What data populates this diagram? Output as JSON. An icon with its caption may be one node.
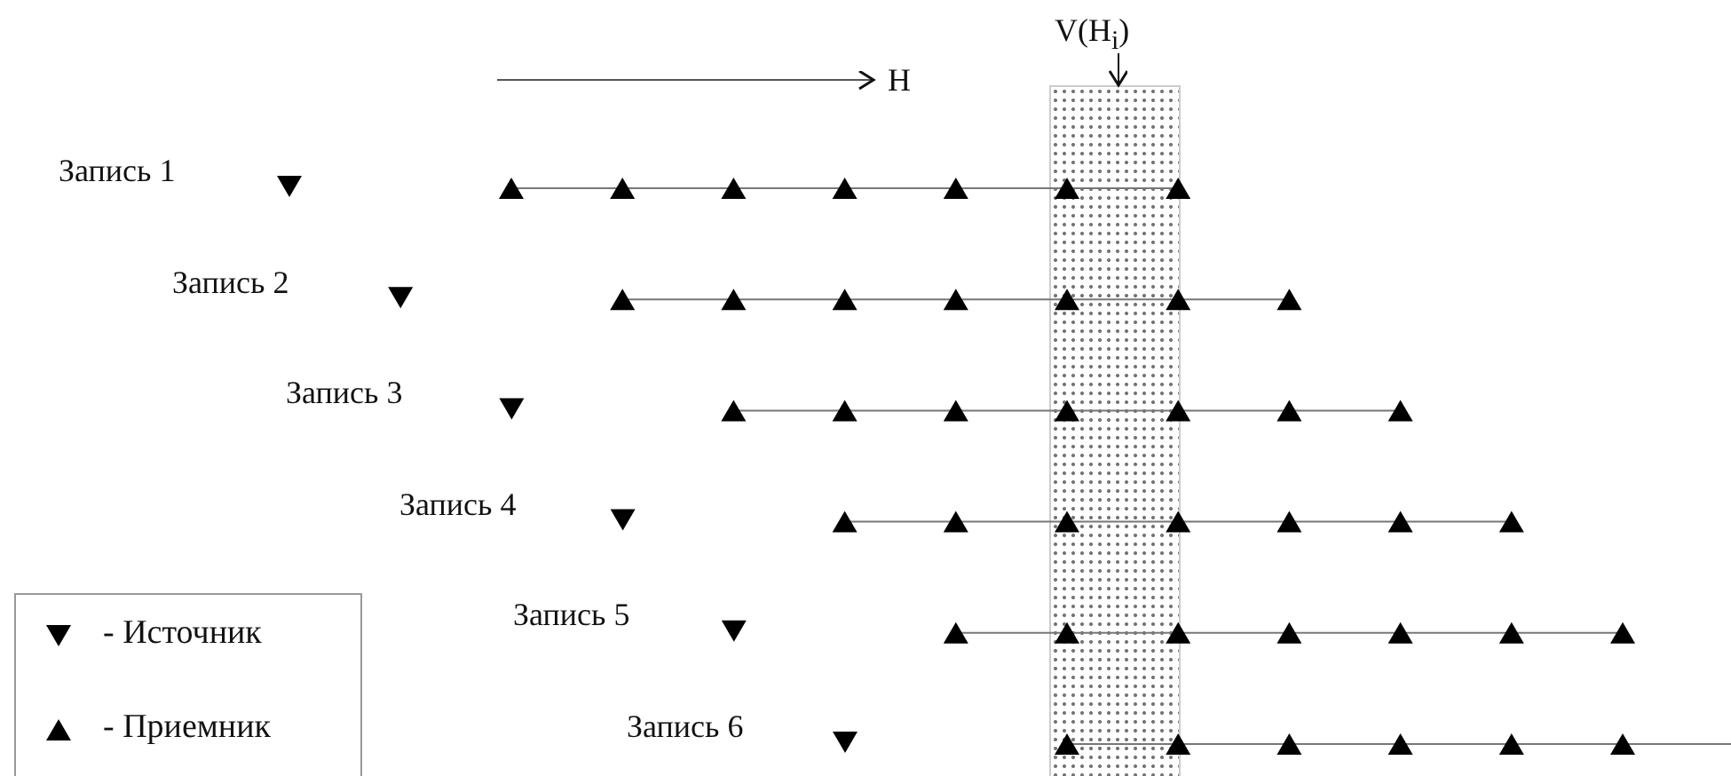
{
  "diagram": {
    "nodes": [
      {
        "text": [
          "V(H$_{i}$)"
        ]
      },
      {
        "text": [],
        "shape": "box"
      }
    ],
    "edges": [
      {
        "from": 0,
        "to": 1,
        "arrow": "to"
      }
    ],
    "labels": [
      "H",
      "Запись 1",
      "Запись 2",
      "Запись 3",
      "Запись 4",
      "Запись 5",
      "Запись 6"
    ],
    "legend": [
      {
        "text": "- Источник"
      },
      {
        "text": "- Приемник"
      }
    ]
  }
}
